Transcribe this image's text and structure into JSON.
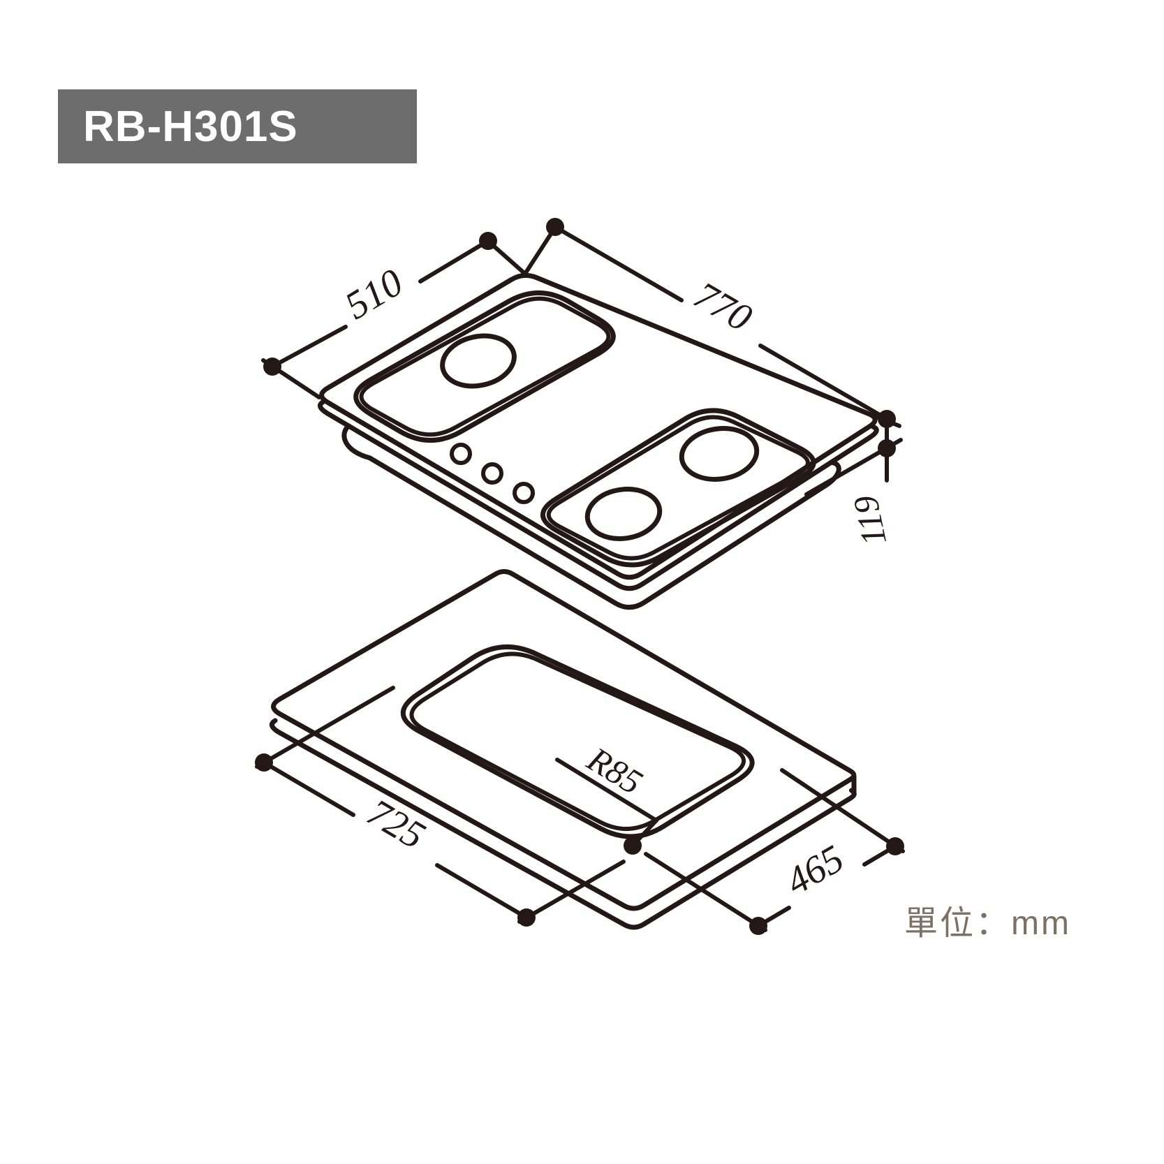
{
  "model_badge": "RB-H301S",
  "dimensions": {
    "stove_width": "510",
    "stove_length": "770",
    "stove_height": "119",
    "cutout_length": "725",
    "cutout_width": "465",
    "cutout_corner_radius": "R85"
  },
  "unit_note": "單位：mm",
  "colors": {
    "line": "#231815",
    "badge_bg": "#6d6d6d",
    "badge_text": "#ffffff",
    "unit_text": "#7c7164"
  }
}
